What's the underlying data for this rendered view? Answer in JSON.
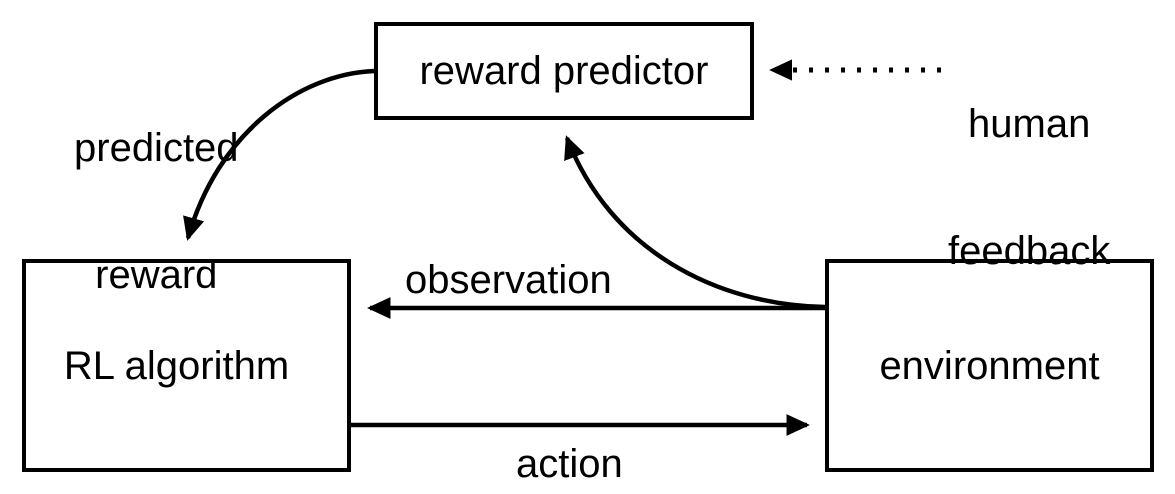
{
  "diagram": {
    "title": "RL from human feedback loop",
    "colors": {
      "stroke": "#000000",
      "fill": "#ffffff",
      "text": "#000000"
    },
    "nodes": [
      {
        "id": "reward-predictor",
        "label": "reward predictor"
      },
      {
        "id": "rl-algorithm",
        "label": "RL algorithm"
      },
      {
        "id": "environment",
        "label": "environment"
      }
    ],
    "edges": [
      {
        "id": "predicted-reward",
        "label_line1": "predicted",
        "label_line2": "reward",
        "from": "reward-predictor",
        "to": "rl-algorithm",
        "style": "solid-curved",
        "arrow": "end"
      },
      {
        "id": "human-feedback",
        "label_line1": "human",
        "label_line2": "feedback",
        "from": "human",
        "to": "reward-predictor",
        "style": "dotted-straight",
        "arrow": "end"
      },
      {
        "id": "observation",
        "label": "observation",
        "from": "environment",
        "to": "rl-algorithm",
        "style": "solid-straight",
        "arrow": "end"
      },
      {
        "id": "observation-to-predictor",
        "label": "",
        "from": "environment",
        "to": "reward-predictor",
        "style": "solid-curved",
        "arrow": "end"
      },
      {
        "id": "action",
        "label": "action",
        "from": "rl-algorithm",
        "to": "environment",
        "style": "solid-straight",
        "arrow": "end"
      }
    ]
  }
}
